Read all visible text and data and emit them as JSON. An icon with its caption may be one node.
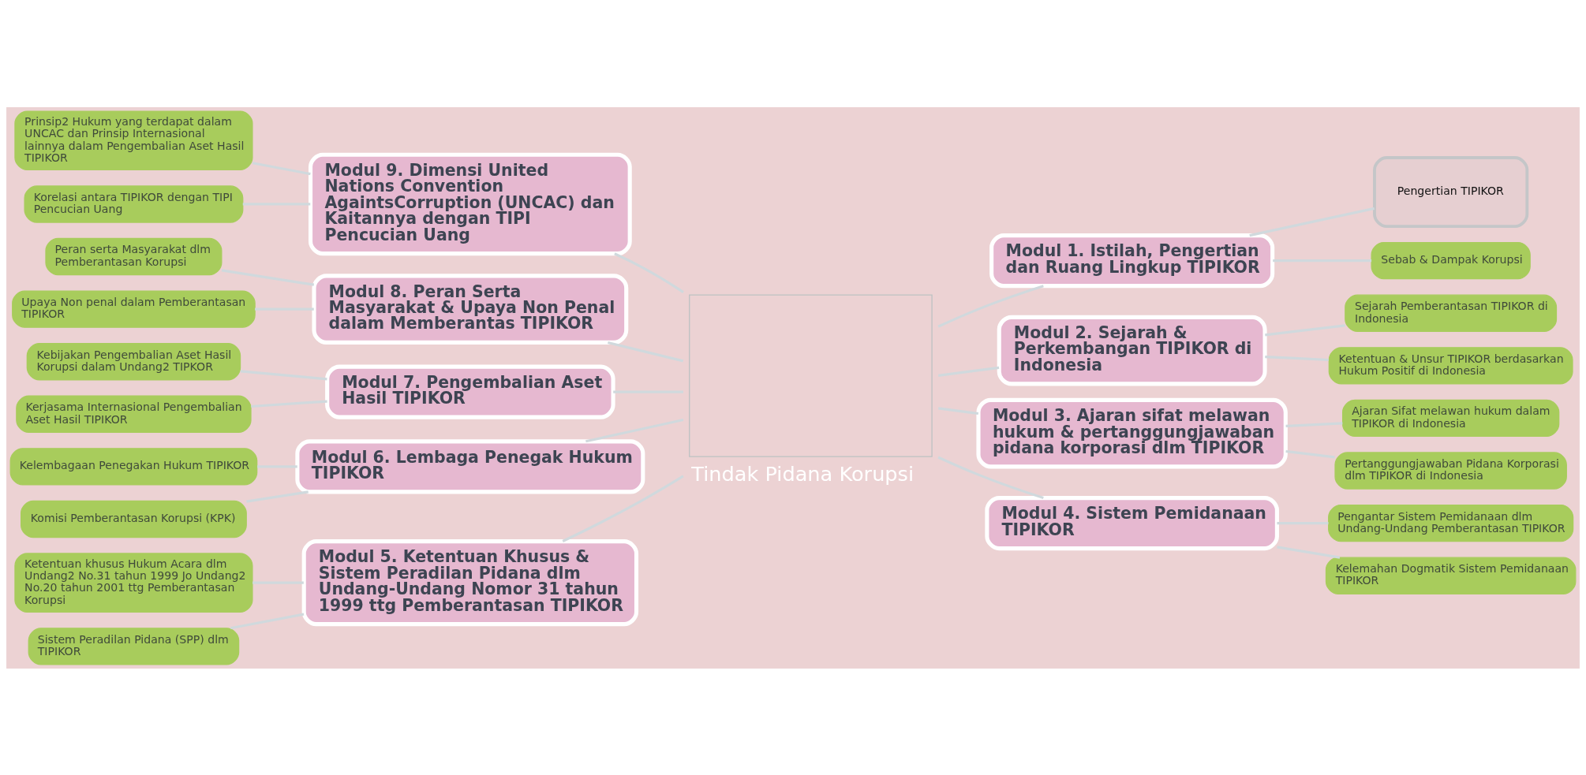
{
  "diagram": {
    "nodes": [
      {
        "text": [
          "Tindak Pidana Korupsi"
        ]
      },
      {
        "text": [
          "Modul 1. Istilah, Pengertian dan Ruang Lingkup TIPIKOR"
        ]
      },
      {
        "text": [
          "Pengertian TIPIKOR"
        ]
      },
      {
        "text": [
          "Sebab & Dampak Korupsi"
        ]
      },
      {
        "text": [
          "Modul 2. Sejarah & Perkembangan TIPIKOR di Indonesia"
        ]
      },
      {
        "text": [
          "Sejarah Pemberantasan TIPIKOR di Indonesia"
        ]
      },
      {
        "text": [
          "Ketentuan & Unsur TIPIKOR berdasarkan Hukum Positif di Indonesia"
        ]
      },
      {
        "text": [
          "Modul 3. Ajaran sifat melawan hukum & pertanggungjawaban pidana korporasi dlm TIPIKOR"
        ]
      },
      {
        "text": [
          "Ajaran Sifat melawan hukum dalam TIPIKOR di Indonesia"
        ]
      },
      {
        "text": [
          "Pertanggungjawaban Pidana Korporasi dlm TIPIKOR di Indonesia"
        ]
      },
      {
        "text": [
          "Modul 4. Sistem Pemidanaan TIPIKOR"
        ]
      },
      {
        "text": [
          "Pengantar Sistem Pemidanaan dlm Undang-Undang Pemberantasan TIPIKOR"
        ]
      },
      {
        "text": [
          "Kelemahan Dogmatik Sistem Pemidanaan TIPIKOR"
        ]
      },
      {
        "text": [
          "Modul 5. Ketentuan Khusus & Sistem Peradilan Pidana dlm Undang-Undang Nomor 31 tahun 1999 ttg Pemberantasan TIPIKOR"
        ]
      },
      {
        "text": [
          "Ketentuan khusus Hukum Acara dlm Undang2 No.31 tahun 1999 Jo Undang2 No.20 tahun 2001 ttg Pemberantasan Korupsi"
        ]
      },
      {
        "text": [
          "Sistem Peradilan Pidana (SPP) dlm TIPIKOR"
        ]
      },
      {
        "text": [
          "Modul 6. Lembaga Penegak Hukum TIPIKOR"
        ]
      },
      {
        "text": [
          "Kelembagaan Penegakan Hukum TIPIKOR"
        ]
      },
      {
        "text": [
          "Komisi Pemberantasan Korupsi (KPK)"
        ]
      },
      {
        "text": [
          "Modul 7. Pengembalian Aset Hasil TIPIKOR"
        ]
      },
      {
        "text": [
          "Kebijakan Pengembalian Aset Hasil Korupsi dalam Undang2 TIPKOR"
        ]
      },
      {
        "text": [
          "Kerjasama Internasional Pengembalian Aset Hasil TIPIKOR"
        ]
      },
      {
        "text": [
          "Modul 8. Peran Serta Masyarakat & Upaya Non Penal dalam Memberantas TIPIKOR"
        ]
      },
      {
        "text": [
          "Peran serta Masyarakat dlm Pemberantasan Korupsi"
        ]
      },
      {
        "text": [
          "Upaya Non penal dalam Pemberantasan TIPIKOR"
        ]
      },
      {
        "text": [
          "Modul 9. Dimensi United Nations Convention AgaintsCorruption (UNCAC) dan Kaitannya dengan TIPI Pencucian Uang"
        ]
      },
      {
        "text": [
          "Prinsip2 Hukum yang terdapat dalam UNCAC dan Prinsip Internasional lainnya dalam Pengembalian Aset Hasil TIPIKOR"
        ]
      },
      {
        "text": [
          "Korelasi antara TIPIKOR dengan TIPI Pencucian Uang"
        ]
      }
    ],
    "edges": [
      {
        "from": 0,
        "to": 1,
        "arrow": "none"
      },
      {
        "from": 1,
        "to": 2,
        "arrow": "none"
      },
      {
        "from": 1,
        "to": 3,
        "arrow": "none"
      },
      {
        "from": 0,
        "to": 4,
        "arrow": "none"
      },
      {
        "from": 4,
        "to": 5,
        "arrow": "none"
      },
      {
        "from": 4,
        "to": 6,
        "arrow": "none"
      },
      {
        "from": 0,
        "to": 7,
        "arrow": "none"
      },
      {
        "from": 7,
        "to": 8,
        "arrow": "none"
      },
      {
        "from": 7,
        "to": 9,
        "arrow": "none"
      },
      {
        "from": 0,
        "to": 10,
        "arrow": "none"
      },
      {
        "from": 10,
        "to": 11,
        "arrow": "none"
      },
      {
        "from": 10,
        "to": 12,
        "arrow": "none"
      },
      {
        "from": 0,
        "to": 13,
        "arrow": "none"
      },
      {
        "from": 13,
        "to": 14,
        "arrow": "none"
      },
      {
        "from": 13,
        "to": 15,
        "arrow": "none"
      },
      {
        "from": 0,
        "to": 16,
        "arrow": "none"
      },
      {
        "from": 16,
        "to": 17,
        "arrow": "none"
      },
      {
        "from": 16,
        "to": 18,
        "arrow": "none"
      },
      {
        "from": 0,
        "to": 19,
        "arrow": "none"
      },
      {
        "from": 19,
        "to": 20,
        "arrow": "none"
      },
      {
        "from": 19,
        "to": 21,
        "arrow": "none"
      },
      {
        "from": 0,
        "to": 22,
        "arrow": "none"
      },
      {
        "from": 22,
        "to": 23,
        "arrow": "none"
      },
      {
        "from": 22,
        "to": 24,
        "arrow": "none"
      },
      {
        "from": 0,
        "to": 25,
        "arrow": "none"
      },
      {
        "from": 25,
        "to": 26,
        "arrow": "none"
      },
      {
        "from": 25,
        "to": 27,
        "arrow": "none"
      }
    ]
  }
}
